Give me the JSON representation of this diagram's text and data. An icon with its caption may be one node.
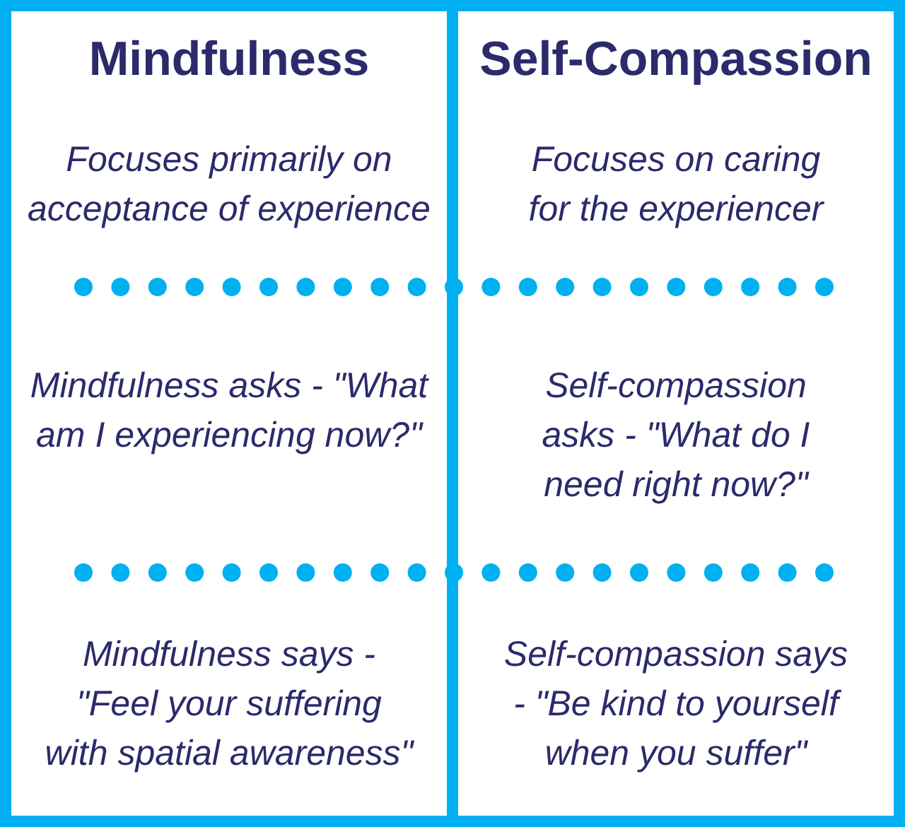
{
  "diagram": {
    "nodes": [
      {
        "text": [
          "Mindfulness",
          "Focuses primarily on acceptance of experience",
          "Mindfulness asks - \"What am I experiencing now?\"",
          "Mindfulness says - \"Feel your suffering with spatial awareness\""
        ]
      },
      {
        "text": [
          "Self-Compassion",
          "Focuses on caring for the experiencer",
          "Self-compassion asks - \"What do I need right now?\"",
          "Self-compassion says - \"Be kind to yourself when you suffer\""
        ]
      }
    ]
  }
}
